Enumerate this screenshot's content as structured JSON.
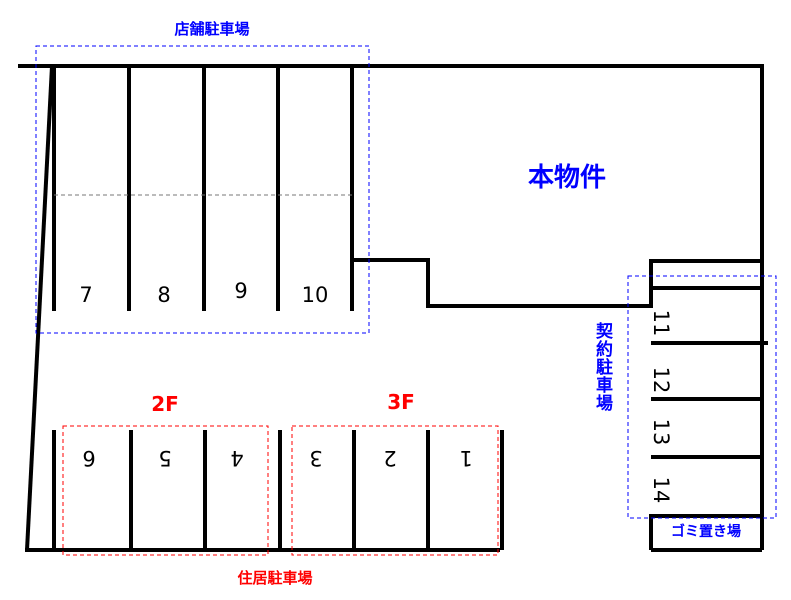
{
  "labels": {
    "store_parking": "店舗駐車場",
    "property": "本物件",
    "contract_parking": "契約駐車場",
    "residence_parking": "住居駐車場",
    "garbage": "ゴミ置き場",
    "floor_2f": "2F",
    "floor_3f": "3F"
  },
  "spaces": {
    "s7": "7",
    "s8": "8",
    "s9": "9",
    "s10": "10",
    "s11": "11",
    "s12": "12",
    "s13": "13",
    "s14": "14",
    "s1": "1",
    "s2": "2",
    "s3": "3",
    "s4": "4",
    "s5": "5",
    "s6": "6"
  },
  "colors": {
    "line": "#000000",
    "blue": "#0000ff",
    "red": "#ff0000"
  }
}
